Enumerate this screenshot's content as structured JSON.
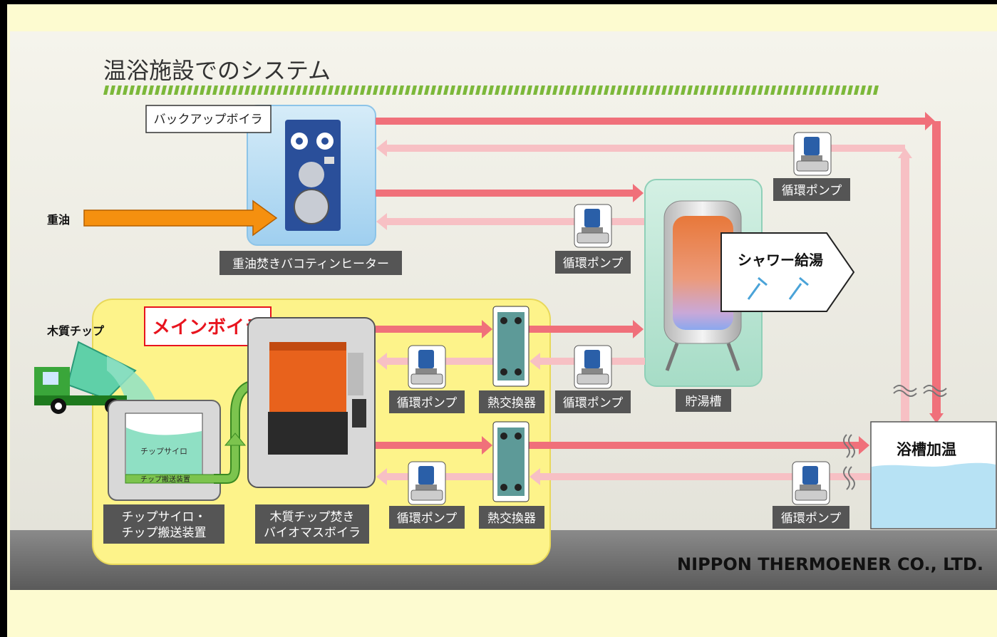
{
  "title": "温浴施設でのシステム",
  "labels": {
    "backup_boiler": "バックアップボイラ",
    "heavy_oil": "重油",
    "heavy_oil_heater": "重油焚きバコティンヒーター",
    "pump": "循環ポンプ",
    "heat_exchanger": "熱交換器",
    "storage_tank": "貯湯槽",
    "shower": "シャワー給湯",
    "bath_heating": "浴槽加温",
    "main_boiler": "メインボイラ",
    "wood_chip": "木質チップ",
    "chip_silo": "チップサイロ",
    "chip_conveyor": "チップ搬送装置",
    "silo_caption_1": "チップサイロ・",
    "silo_caption_2": "チップ搬送装置",
    "biomass_caption_1": "木質チップ焚き",
    "biomass_caption_2": "バイオマスボイラ"
  },
  "company": "NIPPON THERMOENER CO., LTD.",
  "colors": {
    "hot_arrow": "#f0707a",
    "return_arrow": "#f7c0c4",
    "oil_arrow": "#f5900f",
    "chip_arrow": "#7cc44e",
    "main_panel": "#fdf38a",
    "accent_red": "#e8141e"
  }
}
